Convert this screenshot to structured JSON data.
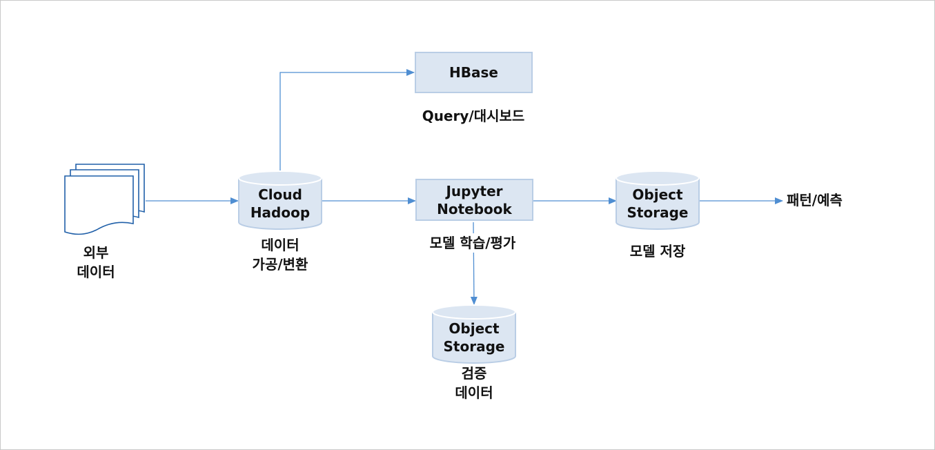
{
  "diagram": {
    "nodes": {
      "external_data": {
        "label_line1": "외부",
        "label_line2": "데이터",
        "icon": "document-stack-icon"
      },
      "cloud_hadoop": {
        "line1": "Cloud",
        "line2": "Hadoop",
        "caption_line1": "데이터",
        "caption_line2": "가공/변환",
        "shape": "cylinder"
      },
      "hbase": {
        "label": "HBase",
        "caption": "Query/대시보드",
        "shape": "box"
      },
      "jupyter": {
        "line1": "Jupyter",
        "line2": "Notebook",
        "caption": "모델 학습/평가",
        "shape": "box"
      },
      "object_storage_model": {
        "line1": "Object",
        "line2": "Storage",
        "caption": "모델 저장",
        "shape": "cylinder"
      },
      "object_storage_validation": {
        "line1": "Object",
        "line2": "Storage",
        "caption_line1": "검증",
        "caption_line2": "데이터",
        "shape": "cylinder"
      },
      "output": {
        "label": "패턴/예측"
      }
    },
    "colors": {
      "node_fill": "#dce6f2",
      "node_stroke": "#b9cde5",
      "arrow": "#4f8ed2",
      "doc_stroke": "#1f5fa8"
    }
  }
}
